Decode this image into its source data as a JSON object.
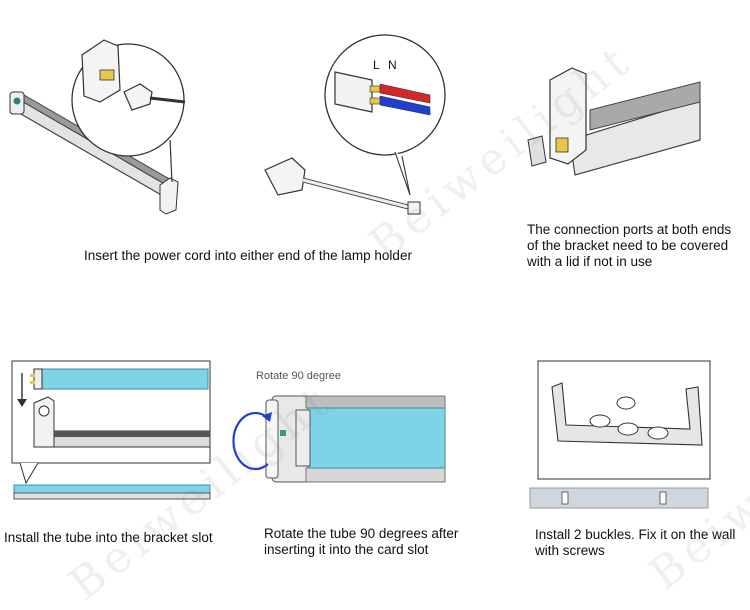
{
  "steps": [
    {
      "caption": "Insert the power cord into either end of the lamp holder"
    },
    {
      "caption": "The connection ports at both ends\nof the bracket need to be covered\n with a lid if not in use"
    },
    {
      "caption": "Install the tube into the bracket slot"
    },
    {
      "caption": "Rotate the tube 90 degrees after\ninserting it into the card slot"
    },
    {
      "caption": "Install 2 buckles. Fix it on the wall\nwith screws"
    }
  ],
  "labels": {
    "live": "L",
    "neutral": "N",
    "rotate": "Rotate 90 degree"
  },
  "watermarks": [
    "Beiweilight",
    "Beiweilight",
    "Beiweilight"
  ],
  "colors": {
    "tube": "#7fd3e6",
    "wire_live": "#d62728",
    "wire_neutral": "#1f3fd1",
    "bracket": "#d9d9d9",
    "holder_dark": "#555555"
  }
}
